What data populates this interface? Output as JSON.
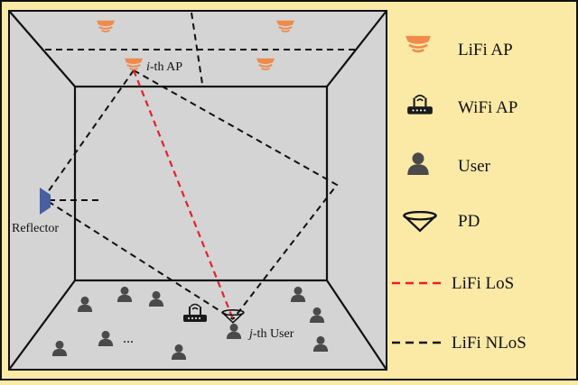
{
  "colors": {
    "background": "#fbe9a6",
    "room": "#d4d4d4",
    "lifi_ap": "#f08a4b",
    "reflector": "#4a5f9f",
    "user": "#4a4a4a",
    "los": "#e8202a",
    "nlos": "#111111"
  },
  "room": {
    "ap_label_prefix": "i",
    "ap_label_suffix": "-th AP",
    "user_label_prefix": "j",
    "user_label_suffix": "-th User",
    "reflector_label": "Reflector",
    "ellipsis": "..."
  },
  "legend": {
    "items": [
      {
        "icon": "lifi-ap-icon",
        "label": "LiFi AP"
      },
      {
        "icon": "wifi-router-icon",
        "label": "WiFi AP"
      },
      {
        "icon": "user-icon",
        "label": "User"
      },
      {
        "icon": "photodiode-icon",
        "label": "PD"
      },
      {
        "icon": "los-line-icon",
        "label": "LiFi LoS"
      },
      {
        "icon": "nlos-line-icon",
        "label": "LiFi NLoS"
      }
    ]
  }
}
